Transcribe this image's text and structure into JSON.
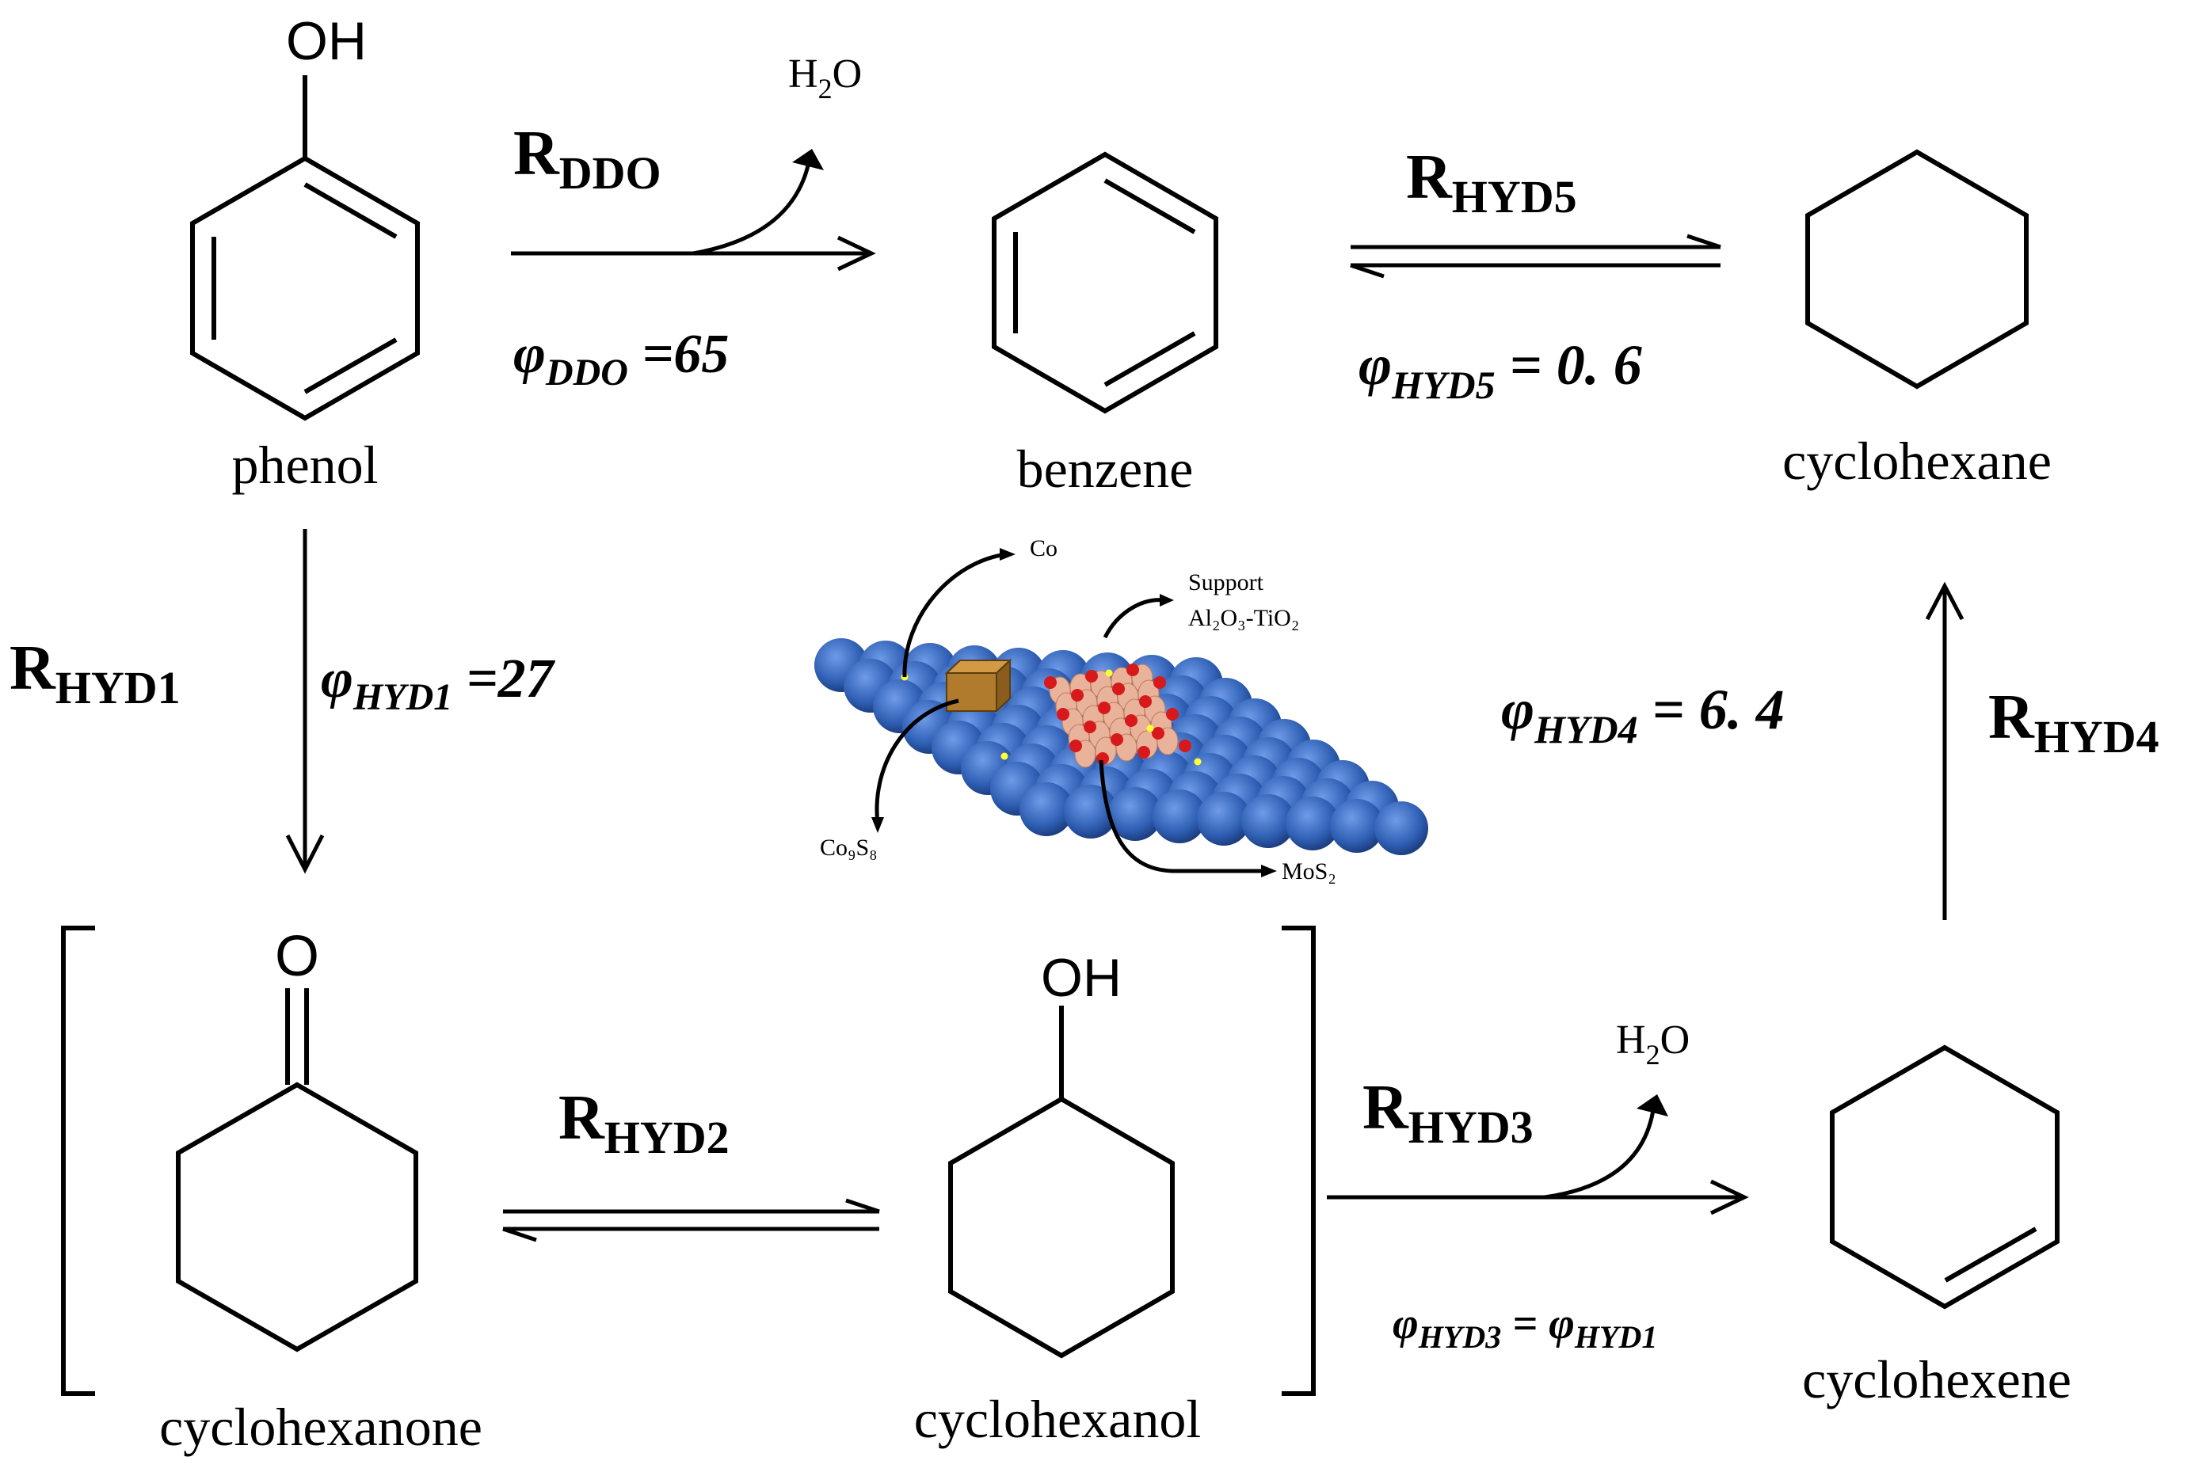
{
  "molecules": {
    "phenol": {
      "name": "phenol",
      "substituent": "OH"
    },
    "benzene": {
      "name": "benzene"
    },
    "cyclohexane": {
      "name": "cyclohexane"
    },
    "cyclohexanone": {
      "name": "cyclohexanone",
      "substituent": "O"
    },
    "cyclohexanol": {
      "name": "cyclohexanol",
      "substituent": "OH"
    },
    "cyclohexene": {
      "name": "cyclohexene"
    }
  },
  "byproducts": {
    "ddo": {
      "main": "H",
      "sub": "2",
      "end": "O"
    },
    "hyd3": {
      "main": "H",
      "sub": "2",
      "end": "O"
    }
  },
  "reactions": {
    "ddo": {
      "main": "R",
      "sub": "DDO"
    },
    "hyd1": {
      "main": "R",
      "sub": "HYD1"
    },
    "hyd2": {
      "main": "R",
      "sub": "HYD2"
    },
    "hyd3": {
      "main": "R",
      "sub": "HYD3"
    },
    "hyd4": {
      "main": "R",
      "sub": "HYD4"
    },
    "hyd5": {
      "main": "R",
      "sub": "HYD5"
    }
  },
  "selectivity": {
    "ddo": {
      "symbol": "φ",
      "sub": "DDO",
      "value": " =65"
    },
    "hyd1": {
      "symbol": "φ",
      "sub": "HYD1",
      "value": " =27"
    },
    "hyd3": {
      "symbol": "φ",
      "sub": "HYD3",
      "equals": " = ",
      "symbol2": "φ",
      "sub2": "HYD1"
    },
    "hyd4": {
      "symbol": "φ",
      "sub": "HYD4",
      "value": " = 6. 4"
    },
    "hyd5": {
      "symbol": "φ",
      "sub": "HYD5",
      "value": " = 0. 6"
    }
  },
  "catalyst": {
    "labels": {
      "co": "Co",
      "support_line1": "Support",
      "support_line2": "Al₂O₃-TiO₂",
      "co9s8": "Co₉S₈",
      "mos2": "MoS₂"
    },
    "colors": {
      "support": "#2f5fb4",
      "cube": "#b07b2c",
      "mos2_mo": "#e8b39a",
      "mos2_s": "#d7191c",
      "dots": "#ffff33"
    }
  }
}
